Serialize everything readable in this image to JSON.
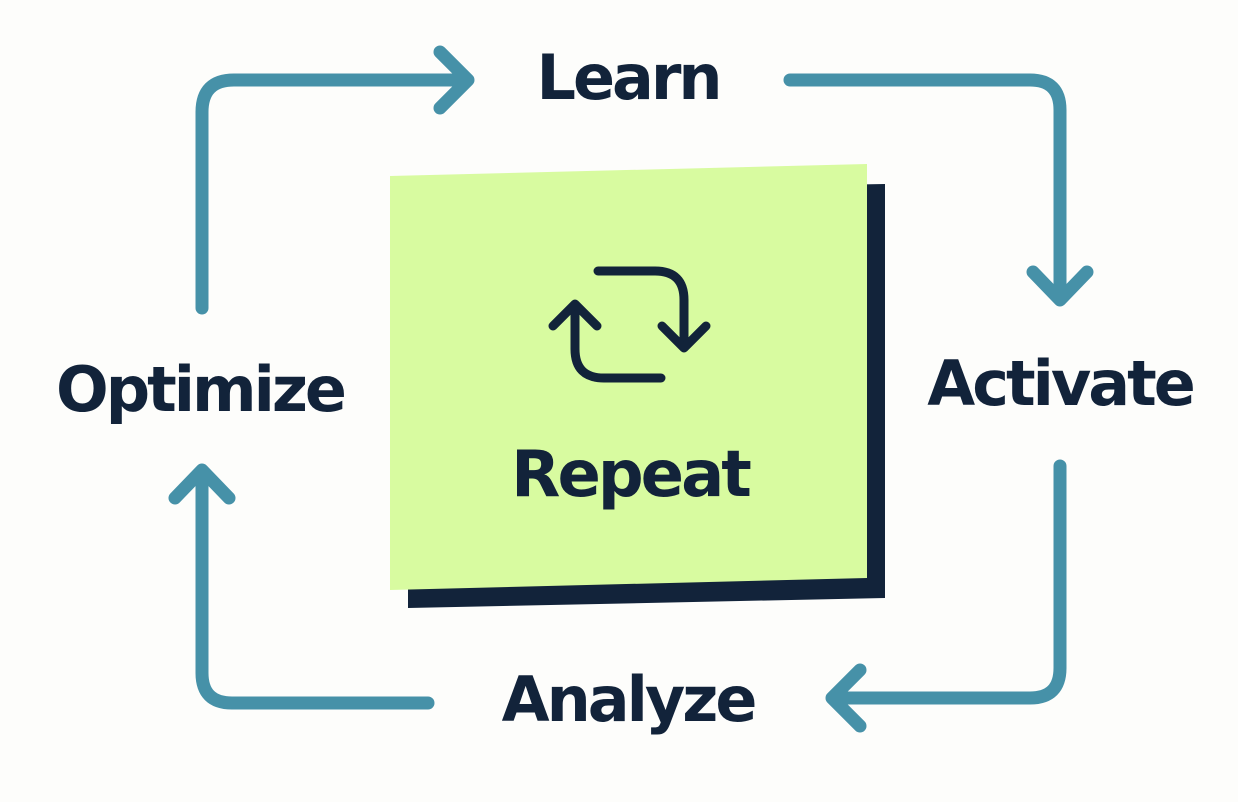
{
  "diagram": {
    "steps": [
      {
        "id": "learn",
        "label": "Learn"
      },
      {
        "id": "activate",
        "label": "Activate"
      },
      {
        "id": "analyze",
        "label": "Analyze"
      },
      {
        "id": "optimize",
        "label": "Optimize"
      }
    ],
    "center": {
      "label": "Repeat",
      "icon": "repeat-icon"
    },
    "colors": {
      "background": "#fdfdfb",
      "arrow": "#4691a8",
      "text": "#12233a",
      "card_fill": "#d8fba0",
      "card_shadow": "#12233a"
    }
  }
}
